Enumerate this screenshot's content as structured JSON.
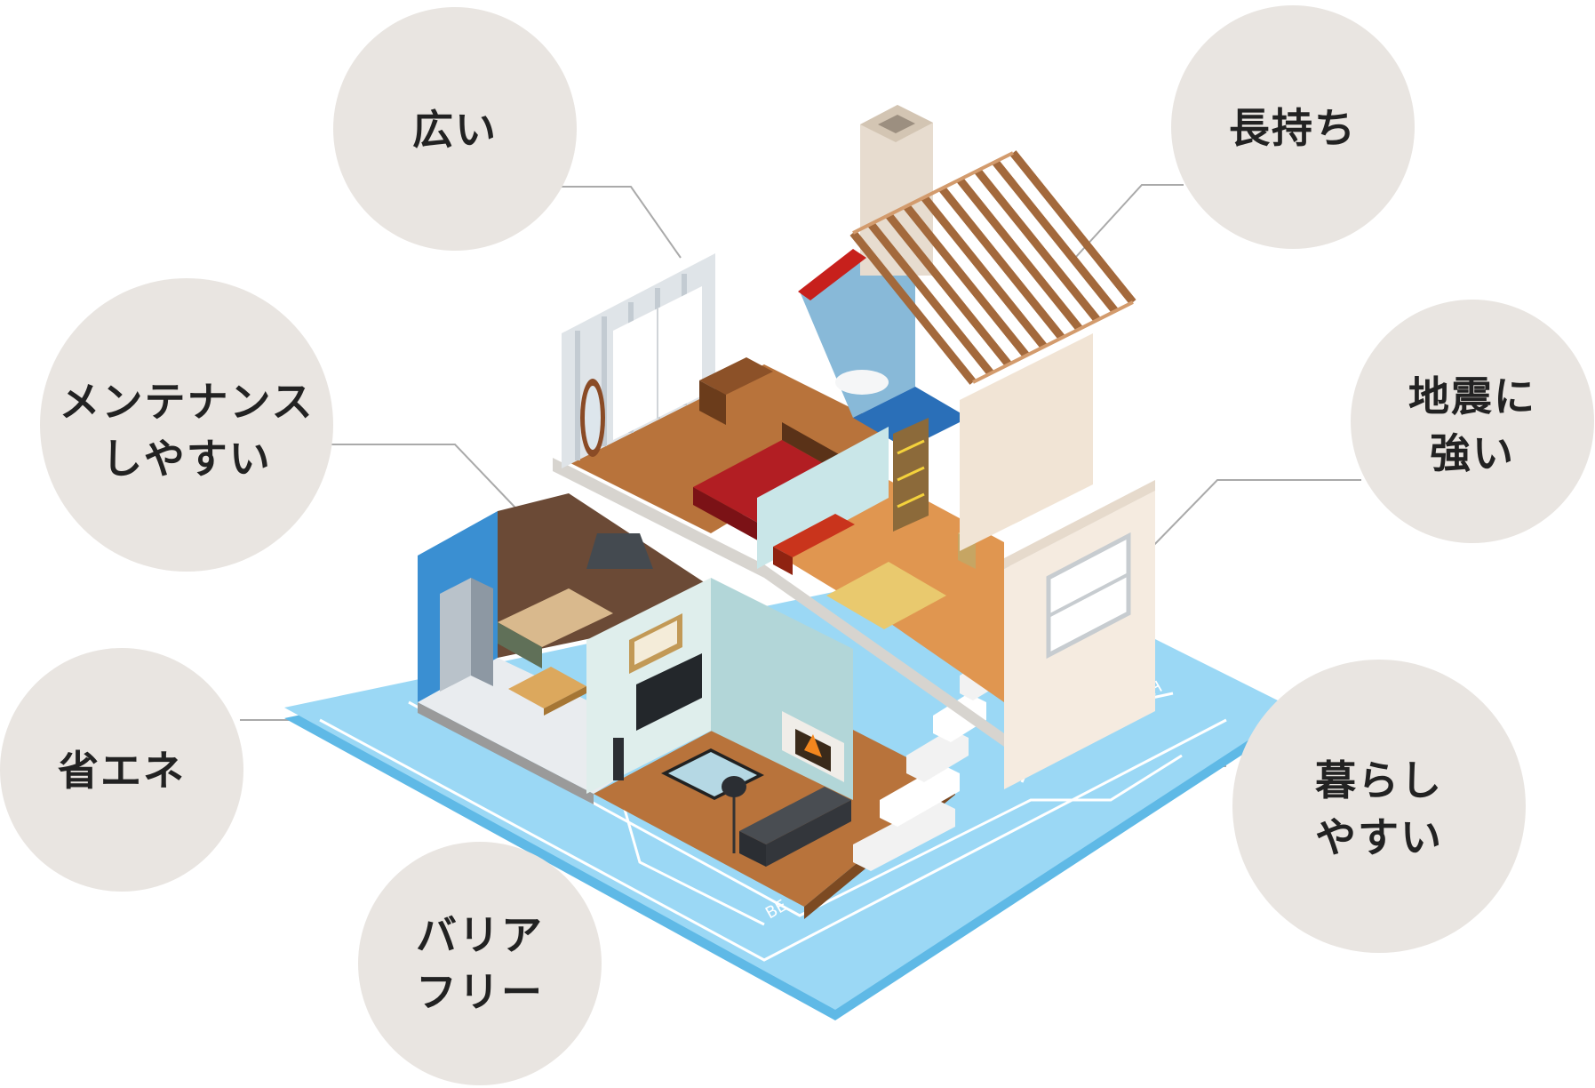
{
  "colors": {
    "bubble": "#e9e5e1",
    "leader_line": "#aaaaaa",
    "text": "#222222",
    "blueprint": "#8fd3f4",
    "blueprint_edge": "#5fb9e6"
  },
  "house": {
    "plan_labels": {
      "bath": "BATH",
      "bed": "BE"
    }
  },
  "features": [
    {
      "id": "hiroi",
      "lines": [
        "広い"
      ]
    },
    {
      "id": "nagamochi",
      "lines": [
        "長持ち"
      ]
    },
    {
      "id": "maintenance",
      "lines": [
        "メンテナンス",
        "しやすい"
      ]
    },
    {
      "id": "jishin",
      "lines": [
        "地震に",
        "強い"
      ]
    },
    {
      "id": "shoene",
      "lines": [
        "省エネ"
      ]
    },
    {
      "id": "kurashi",
      "lines": [
        "暮らし",
        "やすい"
      ]
    },
    {
      "id": "barrierfree",
      "lines": [
        "バリア",
        "フリー"
      ]
    }
  ]
}
